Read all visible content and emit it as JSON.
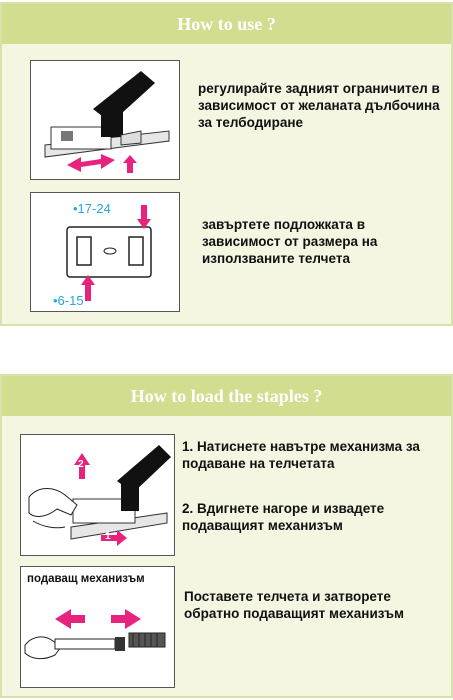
{
  "section1": {
    "title": "How to use ?",
    "step1_text": "регулирайте задният ограничител в зависимост от желаната дълбочина за телбодиране",
    "step2_text": "завъртете подложката в зависимост от размера на използваните телчета",
    "label_top": "•17-24",
    "label_bottom": "•6-15"
  },
  "section2": {
    "title": "How to load the staples ?",
    "step1_text": "1. Натиснете  навътре механизма за подаване на телчетата",
    "step2_text": "2. Вдигнете нагоре и извадете подаващият механизъм",
    "mech_label": "подаващ механизъм",
    "step3_text": "Поставете телчета и затворете обратно подаващият механизъм",
    "badge_1": "1",
    "badge_2": "2"
  },
  "colors": {
    "header": "#d3dd90",
    "panel_bg": "#f4f6e2",
    "arrow": "#e8237e",
    "accent_blue": "#29a6dc"
  }
}
